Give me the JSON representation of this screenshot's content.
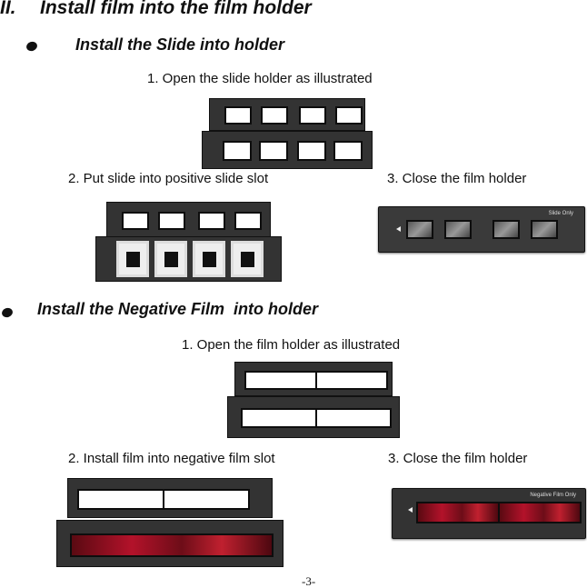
{
  "section": {
    "numeral": "II.",
    "title": "Install film into the film holder"
  },
  "slide": {
    "heading": "Install the Slide into holder",
    "step1": "1. Open the slide holder as illustrated",
    "step2": "2. Put slide into positive slide slot",
    "step3": "3. Close the film holder",
    "holder_label": "Slide Only"
  },
  "negative": {
    "heading": "Install the Negative Film  into holder",
    "step1": "1. Open the film holder as illustrated",
    "step2": "2. Install film into negative film slot",
    "step3": "3. Close the film holder",
    "holder_label": "Negative Film Only"
  },
  "footer": {
    "page_number": "-3-"
  }
}
